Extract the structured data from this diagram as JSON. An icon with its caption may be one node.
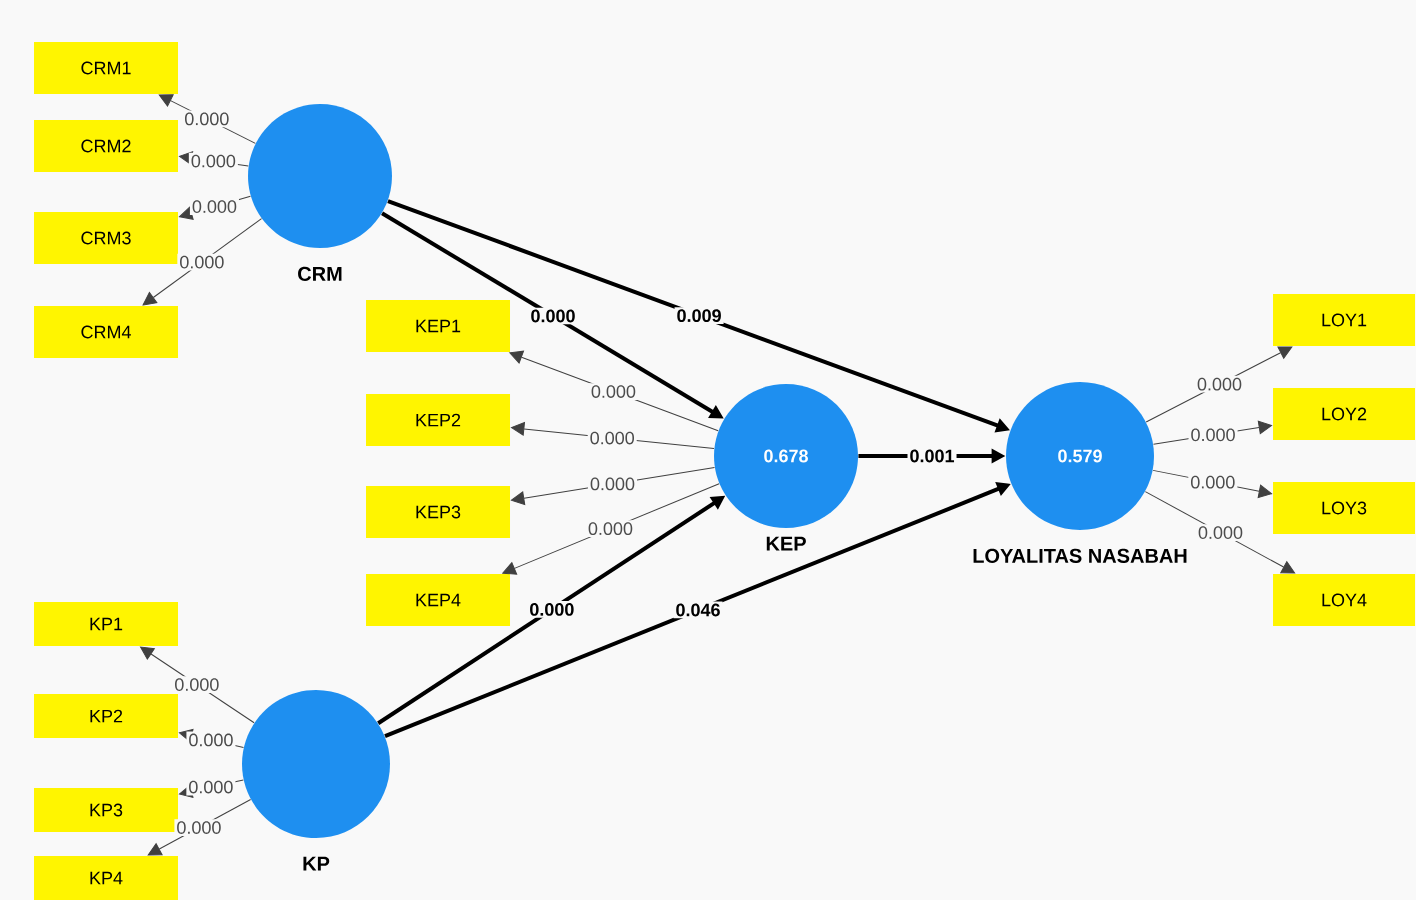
{
  "diagram": {
    "nodes": [
      {
        "text": [
          "CRM1"
        ]
      },
      {
        "text": [
          "CRM2"
        ]
      },
      {
        "text": [
          "CRM3"
        ]
      },
      {
        "text": [
          "CRM4"
        ]
      },
      {
        "text": [
          "CRM"
        ]
      },
      {
        "text": [
          "KEP1"
        ]
      },
      {
        "text": [
          "KEP2"
        ]
      },
      {
        "text": [
          "KEP3"
        ]
      },
      {
        "text": [
          "KEP4"
        ]
      },
      {
        "text": [
          "0.678",
          "KEP"
        ]
      },
      {
        "text": [
          "0.579",
          "LOYALITAS NASABAH"
        ]
      },
      {
        "text": [
          "LOY1"
        ]
      },
      {
        "text": [
          "LOY2"
        ]
      },
      {
        "text": [
          "LOY3"
        ]
      },
      {
        "text": [
          "LOY4"
        ]
      },
      {
        "text": [
          "KP1"
        ]
      },
      {
        "text": [
          "KP2"
        ]
      },
      {
        "text": [
          "KP3"
        ]
      },
      {
        "text": [
          "KP4"
        ]
      },
      {
        "text": [
          "KP"
        ]
      }
    ],
    "edges": [
      {
        "from": 4,
        "to": 0,
        "arrow": "to",
        "label": "0.000"
      },
      {
        "from": 4,
        "to": 1,
        "arrow": "to",
        "label": "0.000"
      },
      {
        "from": 4,
        "to": 2,
        "arrow": "to",
        "label": "0.000"
      },
      {
        "from": 4,
        "to": 3,
        "arrow": "to",
        "label": "0.000"
      },
      {
        "from": 9,
        "to": 5,
        "arrow": "to",
        "label": "0.000"
      },
      {
        "from": 9,
        "to": 6,
        "arrow": "to",
        "label": "0.000"
      },
      {
        "from": 9,
        "to": 7,
        "arrow": "to",
        "label": "0.000"
      },
      {
        "from": 9,
        "to": 8,
        "arrow": "to",
        "label": "0.000"
      },
      {
        "from": 10,
        "to": 11,
        "arrow": "to",
        "label": "0.000"
      },
      {
        "from": 10,
        "to": 12,
        "arrow": "to",
        "label": "0.000"
      },
      {
        "from": 10,
        "to": 13,
        "arrow": "to",
        "label": "0.000"
      },
      {
        "from": 10,
        "to": 14,
        "arrow": "to",
        "label": "0.000"
      },
      {
        "from": 19,
        "to": 15,
        "arrow": "to",
        "label": "0.000"
      },
      {
        "from": 19,
        "to": 16,
        "arrow": "to",
        "label": "0.000"
      },
      {
        "from": 19,
        "to": 17,
        "arrow": "to",
        "label": "0.000"
      },
      {
        "from": 19,
        "to": 18,
        "arrow": "to",
        "label": "0.000"
      },
      {
        "from": 4,
        "to": 9,
        "arrow": "to",
        "label": "0.000",
        "style": "thick"
      },
      {
        "from": 4,
        "to": 10,
        "arrow": "to",
        "label": "0.009",
        "style": "thick"
      },
      {
        "from": 9,
        "to": 10,
        "arrow": "to",
        "label": "0.001",
        "style": "thick"
      },
      {
        "from": 19,
        "to": 9,
        "arrow": "to",
        "label": "0.000",
        "style": "thick"
      },
      {
        "from": 19,
        "to": 10,
        "arrow": "to",
        "label": "0.046",
        "style": "thick"
      }
    ]
  }
}
